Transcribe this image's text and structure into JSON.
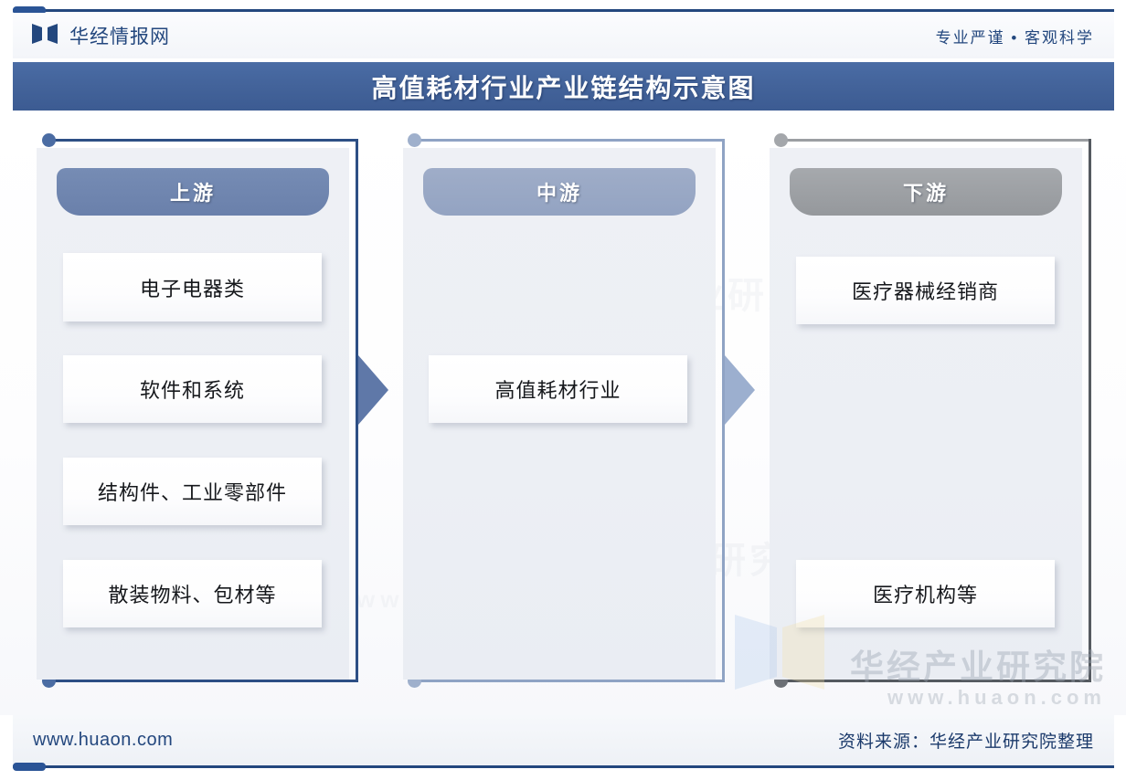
{
  "header": {
    "logo_icon": "bowtie-logo-icon",
    "brand": "华经情报网",
    "tagline": "专业严谨 • 客观科学"
  },
  "title": {
    "text": "高值耗材行业产业链结构示意图"
  },
  "chart_data": {
    "type": "diagram",
    "title": "高值耗材行业产业链结构示意图",
    "layout": "three-column industry chain (upstream / midstream / downstream)",
    "columns": [
      {
        "key": "upstream",
        "header": "上游",
        "header_color": "#6a80ab",
        "frame_color": "#2d4f85",
        "items": [
          "电子电器类",
          "软件和系统",
          "结构件、工业零部件",
          "散装物料、包材等"
        ]
      },
      {
        "key": "midstream",
        "header": "中游",
        "header_color": "#93a3c2",
        "frame_color": "#8fa3c4",
        "items": [
          "高值耗材行业"
        ]
      },
      {
        "key": "downstream",
        "header": "下游",
        "header_color": "#9a9da0",
        "frame_color": "#9b9ea2",
        "items": [
          "医疗器械经销商",
          "医疗机构等"
        ]
      }
    ],
    "arrows": [
      {
        "from": "upstream",
        "to": "midstream",
        "color": "#5f78a8"
      },
      {
        "from": "midstream",
        "to": "downstream",
        "color": "#9cafcf"
      }
    ]
  },
  "watermark": {
    "name": "华经产业研究院",
    "url": "www.huaon.com",
    "background_texts": [
      "华经产业研究院",
      "华经产业研究院",
      "www.huaon.com"
    ]
  },
  "footer": {
    "site": "www.huaon.com",
    "source": "资料来源：华经产业研究院整理"
  },
  "colors": {
    "brand_blue": "#23477e",
    "title_bar": "#43639a",
    "panel_bg": "#eceff4"
  }
}
